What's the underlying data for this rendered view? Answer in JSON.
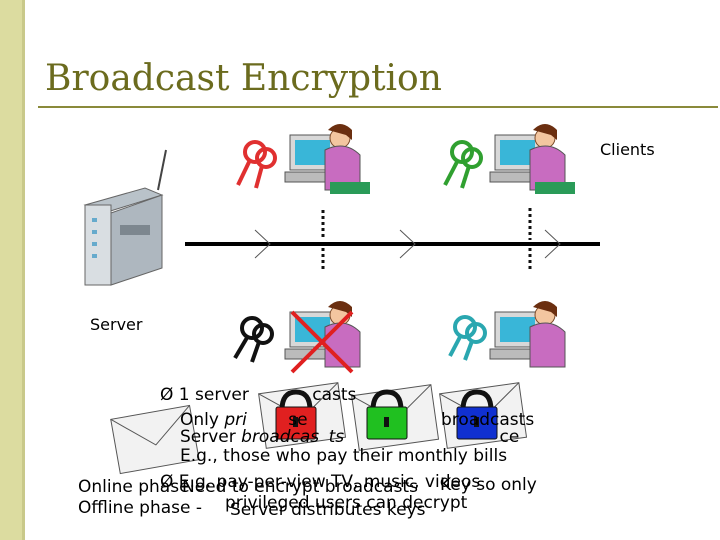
{
  "slide": {
    "title": "Broadcast Encryption",
    "labels": {
      "clients": "Clients",
      "server": "Server"
    },
    "bullets": [
      "1 server",
      "casts",
      "Only",
      "pri",
      "se",
      "broadcasts",
      "Server",
      "broad",
      "cas",
      "ts",
      "ce",
      "E.g., those who pay their monthly bills",
      "E.g.",
      "pay-per-view TV, music, videos",
      "Need to encrypt broadcasts",
      "Key so only",
      "privileged users can decrypt",
      "Server distributes keys"
    ],
    "phases": {
      "online": "Online phase",
      "offline": "Offline phase -"
    }
  }
}
